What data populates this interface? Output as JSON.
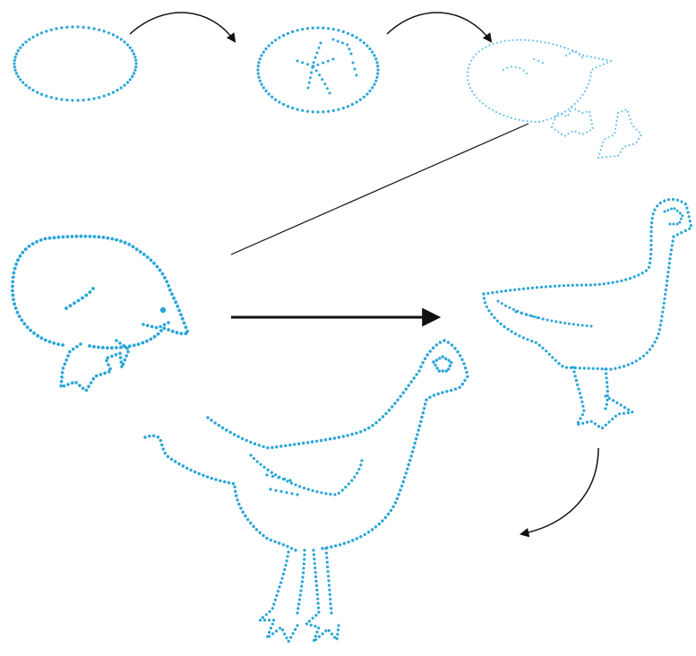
{
  "diagram": {
    "kind": "life-cycle",
    "subject": "chicken",
    "stages": [
      {
        "id": "egg",
        "icon": "egg-icon"
      },
      {
        "id": "embryo",
        "icon": "embryo-in-egg-icon"
      },
      {
        "id": "hatching",
        "icon": "hatching-chick-icon"
      },
      {
        "id": "chick",
        "icon": "chick-icon"
      },
      {
        "id": "young-chicken",
        "icon": "young-chicken-icon"
      },
      {
        "id": "adult-chicken",
        "icon": "adult-chicken-icon"
      }
    ],
    "colors": {
      "dots": "#2ba5d8",
      "dots_light": "#6cc3e8",
      "arrows": "#111111"
    }
  }
}
